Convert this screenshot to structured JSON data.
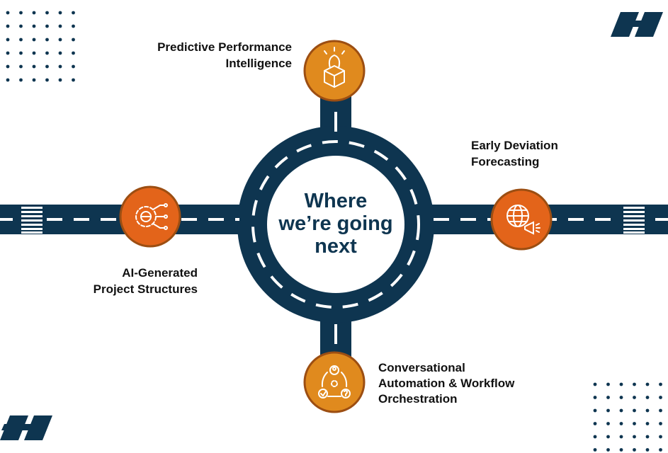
{
  "center_title": [
    "Where",
    "we’re going",
    "next"
  ],
  "milestones": [
    {
      "lines": [
        "Predictive Performance",
        "Intelligence"
      ],
      "icon": "lightbulb-box-icon",
      "color": "#E08A1E"
    },
    {
      "lines": [
        "Early Deviation",
        "Forecasting"
      ],
      "icon": "globe-megaphone-icon",
      "color": "#E3641A"
    },
    {
      "lines": [
        "AI-Generated",
        "Project Structures"
      ],
      "icon": "gear-circuit-icon",
      "color": "#E3641A"
    },
    {
      "lines": [
        "Conversational",
        "Automation & Workflow",
        "Orchestration"
      ],
      "icon": "workflow-cycle-icon",
      "color": "#E08A1E"
    }
  ],
  "colors": {
    "road": "#0E3550",
    "title": "#0E3550",
    "node_border": "#9C4E12",
    "dots": "#0E3550",
    "text": "#111111"
  }
}
